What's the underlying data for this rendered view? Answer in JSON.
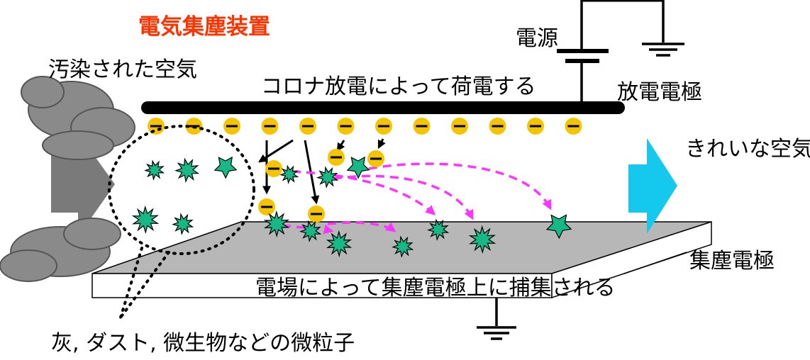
{
  "title": "電気集塵装置",
  "labels": {
    "power_supply": "電源",
    "polluted_air": "汚染された空気",
    "corona_text": "コロナ放電によって荷電する",
    "discharge_electrode": "放電電極",
    "clean_air": "きれいな空気",
    "collector_electrode": "集塵電極",
    "capture_text": "電場によって集塵電極上に捕集される",
    "particles": "灰, ダスト, 微生物などの微粒子"
  },
  "colors": {
    "title": "#ff3300",
    "ion": "#f5c400",
    "particle": "#18b886",
    "trajectory": "#ff33ff",
    "clean_arrow": "#14c8ee",
    "dirty_arrow": "#7a7a7a",
    "plate": "#b7b7b7",
    "cloud": "#8a8a8a",
    "electrode": "#000000"
  },
  "ion_symbol": "negative",
  "ions_on_electrode_count": 12
}
